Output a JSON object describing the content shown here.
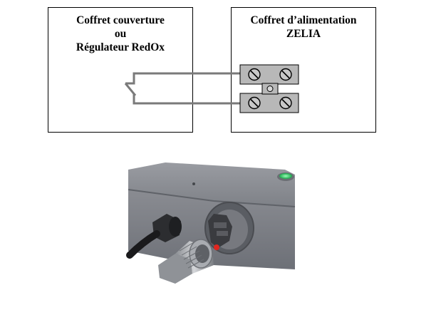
{
  "left_box": {
    "line1": "Coffret couverture",
    "line2": "ou",
    "line3": "Régulateur RedOx"
  },
  "right_box": {
    "line1": "Coffret d’alimentation",
    "line2": "ZELIA"
  },
  "colors": {
    "wire": "#7a7a7a",
    "terminal_fill": "#b8b8b8",
    "housing": "#7d8087",
    "led": "#3ccf6a"
  },
  "icons": {
    "switch": "switch-contact-icon",
    "screw": "screw-icon"
  }
}
